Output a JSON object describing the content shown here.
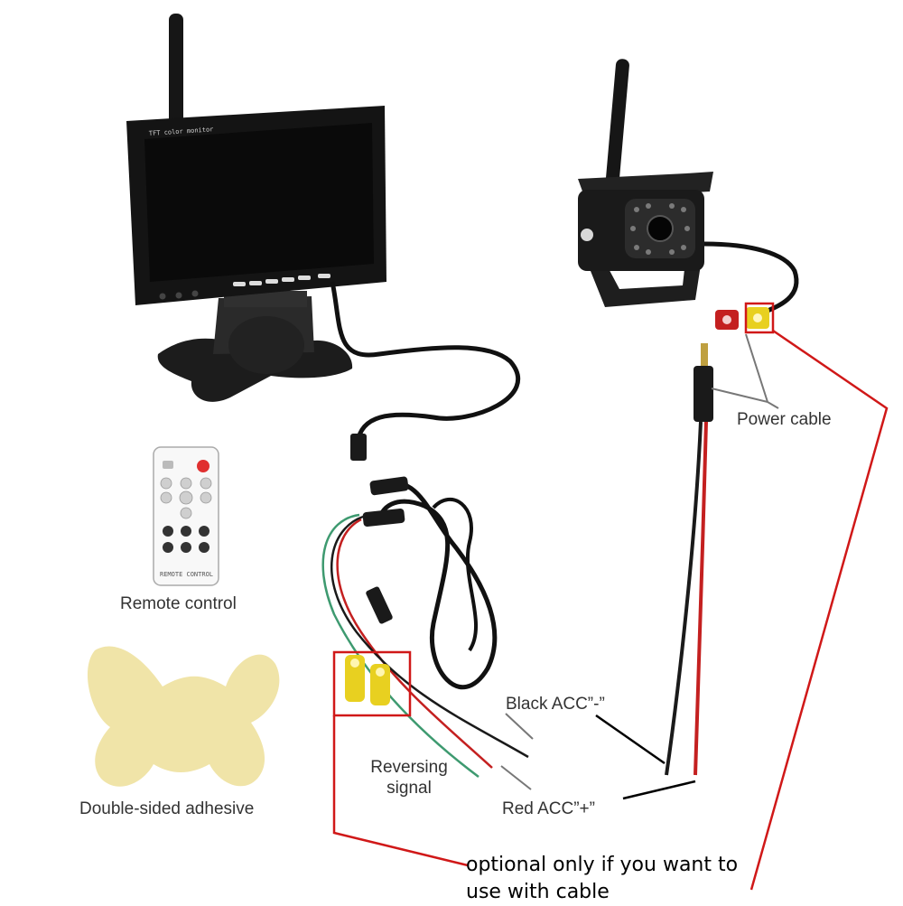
{
  "monitor": {
    "screen_text": "TFT color monitor"
  },
  "remote": {
    "brand_text": "REMOTE CONTROL"
  },
  "labels": {
    "power_cable": "Power cable",
    "remote_control": "Remote control",
    "double_sided_adhesive": "Double-sided adhesive",
    "black_acc": "Black ACC”-”",
    "red_acc": "Red ACC”+”",
    "reversing_signal_line1": "Reversing",
    "reversing_signal_line2": "signal"
  },
  "note": {
    "line1": "optional only if you want to",
    "line2": "use with cable"
  },
  "colors": {
    "highlight_red": "#d01818",
    "wire_red": "#c42020",
    "wire_green": "#3e9a70",
    "wire_black": "#1a1a1a",
    "rca_yellow": "#e8d020",
    "adhesive": "#f0e4a8"
  }
}
